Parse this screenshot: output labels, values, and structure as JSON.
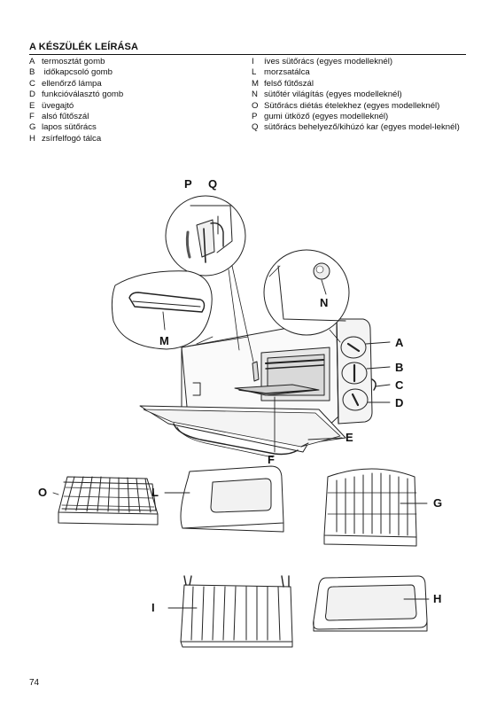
{
  "heading": "A KÉSZÜLÉK LEÍRÁSA",
  "legend_left": [
    {
      "key": "A",
      "text": "termosztát gomb"
    },
    {
      "key": "B",
      "text": " időkapcsoló gomb"
    },
    {
      "key": "C",
      "text": "ellenőrző lámpa"
    },
    {
      "key": "D",
      "text": "funkcióválasztó gomb"
    },
    {
      "key": "E",
      "text": "üvegajtó"
    },
    {
      "key": "F",
      "text": "alsó fűtőszál"
    },
    {
      "key": "G",
      "text": "lapos sütőrács"
    },
    {
      "key": "H",
      "text": "zsírfelfogó tálca"
    }
  ],
  "legend_right": [
    {
      "key": "I",
      "text": "íves sütőrács (egyes modelleknél)"
    },
    {
      "key": "L",
      "text": "morzsatálca"
    },
    {
      "key": "M",
      "text": "felső fűtőszál"
    },
    {
      "key": "N",
      "text": "sütőtér világítás (egyes modelleknél)"
    },
    {
      "key": "O",
      "text": "Sütőrács diétás ételekhez (egyes modelleknél)"
    },
    {
      "key": "P",
      "text": "gumi ütköző (egyes modelleknél)"
    },
    {
      "key": "Q",
      "text": "sütőrács behelyező/kihúzó kar (egyes model-leknél)"
    }
  ],
  "callouts": {
    "P": "P",
    "Q": "Q",
    "N": "N",
    "M": "M",
    "A": "A",
    "B": "B",
    "C": "C",
    "D": "D",
    "E": "E",
    "F": "F",
    "O": "O",
    "L": "L",
    "G": "G",
    "I": "I",
    "H": "H"
  },
  "page_number": "74"
}
